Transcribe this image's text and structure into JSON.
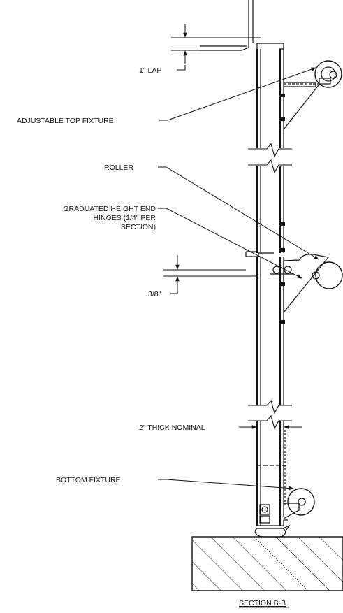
{
  "labels": {
    "lap": "1\" LAP",
    "top_fixture": "ADJUSTABLE TOP FIXTURE",
    "roller": "ROLLER",
    "hinges_line1": "GRADUATED HEIGHT END",
    "hinges_line2": "HINGES (1/4\" PER",
    "hinges_line3": "SECTION)",
    "gap": "3/8\"",
    "thickness": "2\" THICK NOMINAL",
    "bottom_fixture": "BOTTOM FIXTURE"
  },
  "title": "SECTION B-B",
  "colors": {
    "ink": "#111111",
    "background": "#ffffff"
  }
}
